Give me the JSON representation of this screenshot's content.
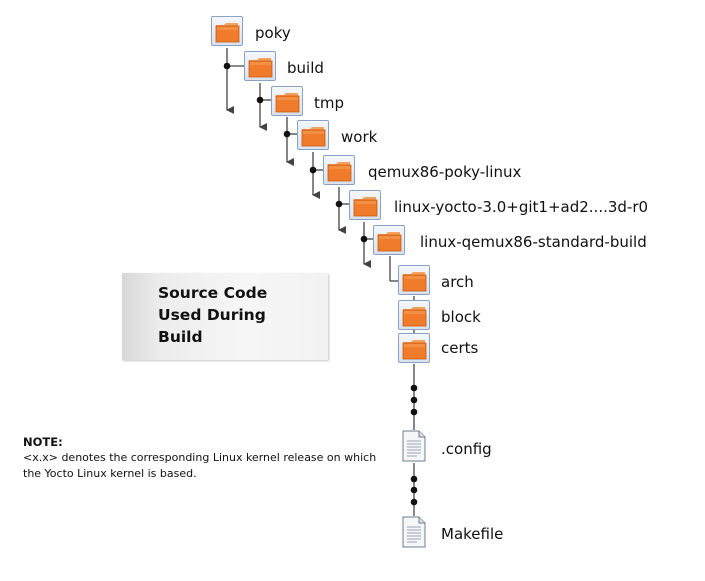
{
  "tree": {
    "folders": [
      {
        "label": "poky",
        "icon": "folder-icon"
      },
      {
        "label": "build",
        "icon": "folder-icon"
      },
      {
        "label": "tmp",
        "icon": "folder-icon"
      },
      {
        "label": "work",
        "icon": "folder-icon"
      },
      {
        "label": "qemux86-poky-linux",
        "icon": "folder-icon"
      },
      {
        "label": "linux-yocto-3.0+git1+ad2....3d-r0",
        "icon": "folder-icon"
      },
      {
        "label": "linux-qemux86-standard-build",
        "icon": "folder-icon"
      },
      {
        "label": "arch",
        "icon": "folder-icon"
      },
      {
        "label": "block",
        "icon": "folder-icon"
      },
      {
        "label": "certs",
        "icon": "folder-icon"
      }
    ],
    "files": [
      {
        "label": ".config",
        "icon": "file-icon"
      },
      {
        "label": "Makefile",
        "icon": "file-icon"
      }
    ]
  },
  "callout": {
    "text": "Source Code\nUsed During\nBuild"
  },
  "note": {
    "title": "NOTE:",
    "body": "<x.x> denotes the corresponding Linux kernel release on which the Yocto Linux kernel is based."
  },
  "colors": {
    "folder_fill": "#f07b2a",
    "folder_tab": "#f5a15c",
    "icon_border": "#8aa3c4",
    "line": "#444444"
  }
}
